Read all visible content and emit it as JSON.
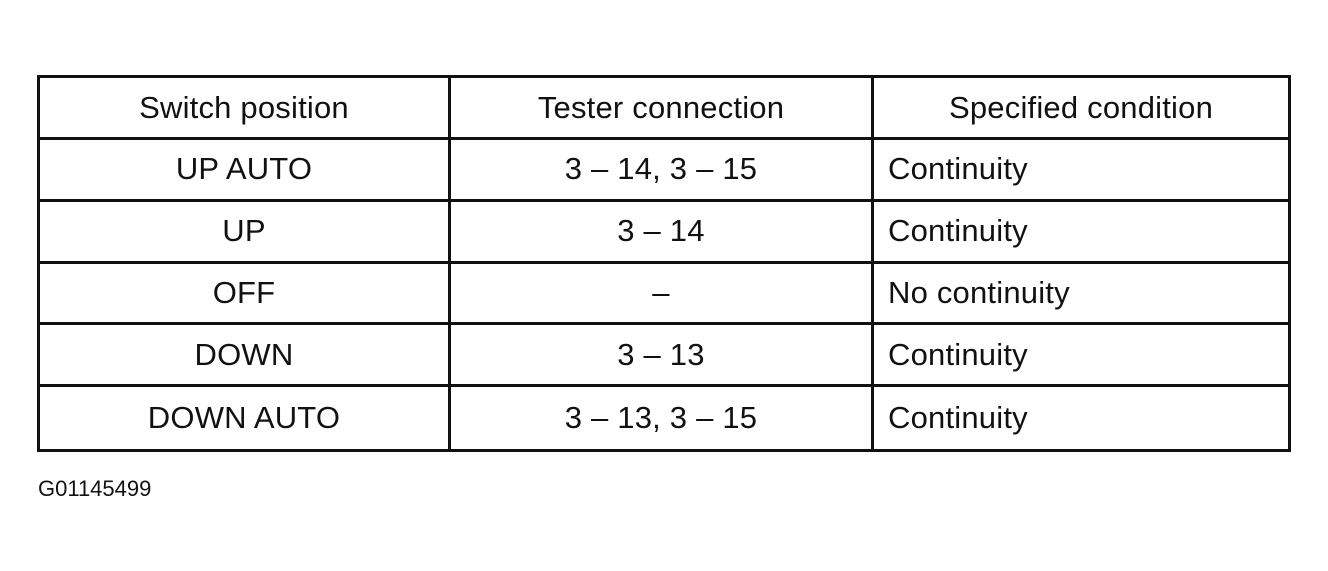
{
  "table": {
    "headers": [
      "Switch position",
      "Tester connection",
      "Specified condition"
    ],
    "rows": [
      [
        "UP AUTO",
        "3 – 14, 3 – 15",
        "Continuity"
      ],
      [
        "UP",
        "3 – 14",
        "Continuity"
      ],
      [
        "OFF",
        "–",
        "No continuity"
      ],
      [
        "DOWN",
        "3 – 13",
        "Continuity"
      ],
      [
        "DOWN AUTO",
        "3 – 13, 3 – 15",
        "Continuity"
      ]
    ]
  },
  "figure_id": "G01145499"
}
